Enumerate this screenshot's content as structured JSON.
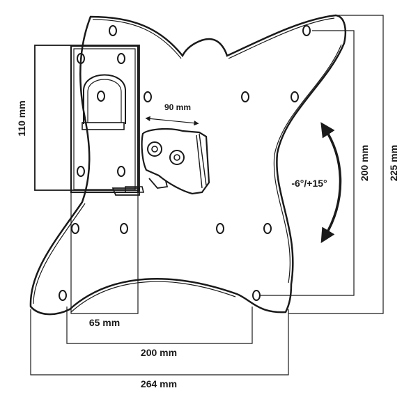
{
  "dimensions": {
    "bracket_height": "110 mm",
    "arm_reach": "90 mm",
    "bracket_width": "65 mm",
    "hole_width_inner": "200 mm",
    "plate_width": "264 mm",
    "hole_height_inner": "200 mm",
    "plate_height": "225 mm"
  },
  "tilt_range": "-6°/+15°",
  "colors": {
    "line": "#1a1a1a",
    "background": "#ffffff"
  }
}
